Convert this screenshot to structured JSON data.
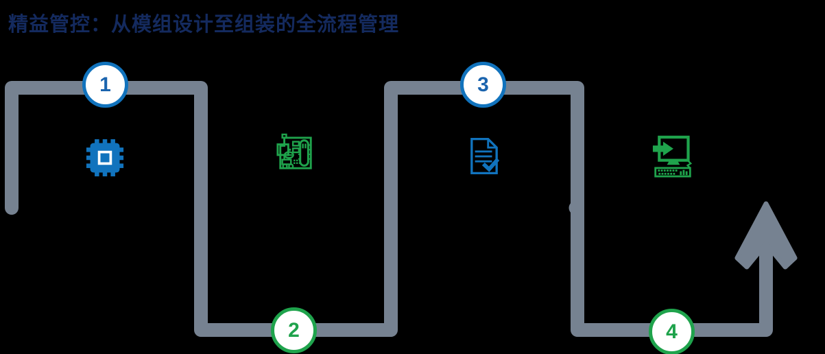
{
  "title": "精益管控：从模组设计至组装的全流程管理",
  "colors": {
    "background": "#000000",
    "title_text": "#142A5E",
    "blue": "#1173BD",
    "blue_dark": "#1B64AE",
    "green": "#1FA34C",
    "path_gray": "#768291",
    "circle_fill": "#FFFFFF"
  },
  "steps": [
    {
      "number": "1",
      "accent": "blue",
      "icon": "chip-icon"
    },
    {
      "number": "2",
      "accent": "green",
      "icon": "circuit-board-icon"
    },
    {
      "number": "3",
      "accent": "blue",
      "icon": "document-check-icon"
    },
    {
      "number": "4",
      "accent": "green",
      "icon": "computer-input-icon"
    }
  ],
  "flow": {
    "direction_arrow": "up"
  }
}
